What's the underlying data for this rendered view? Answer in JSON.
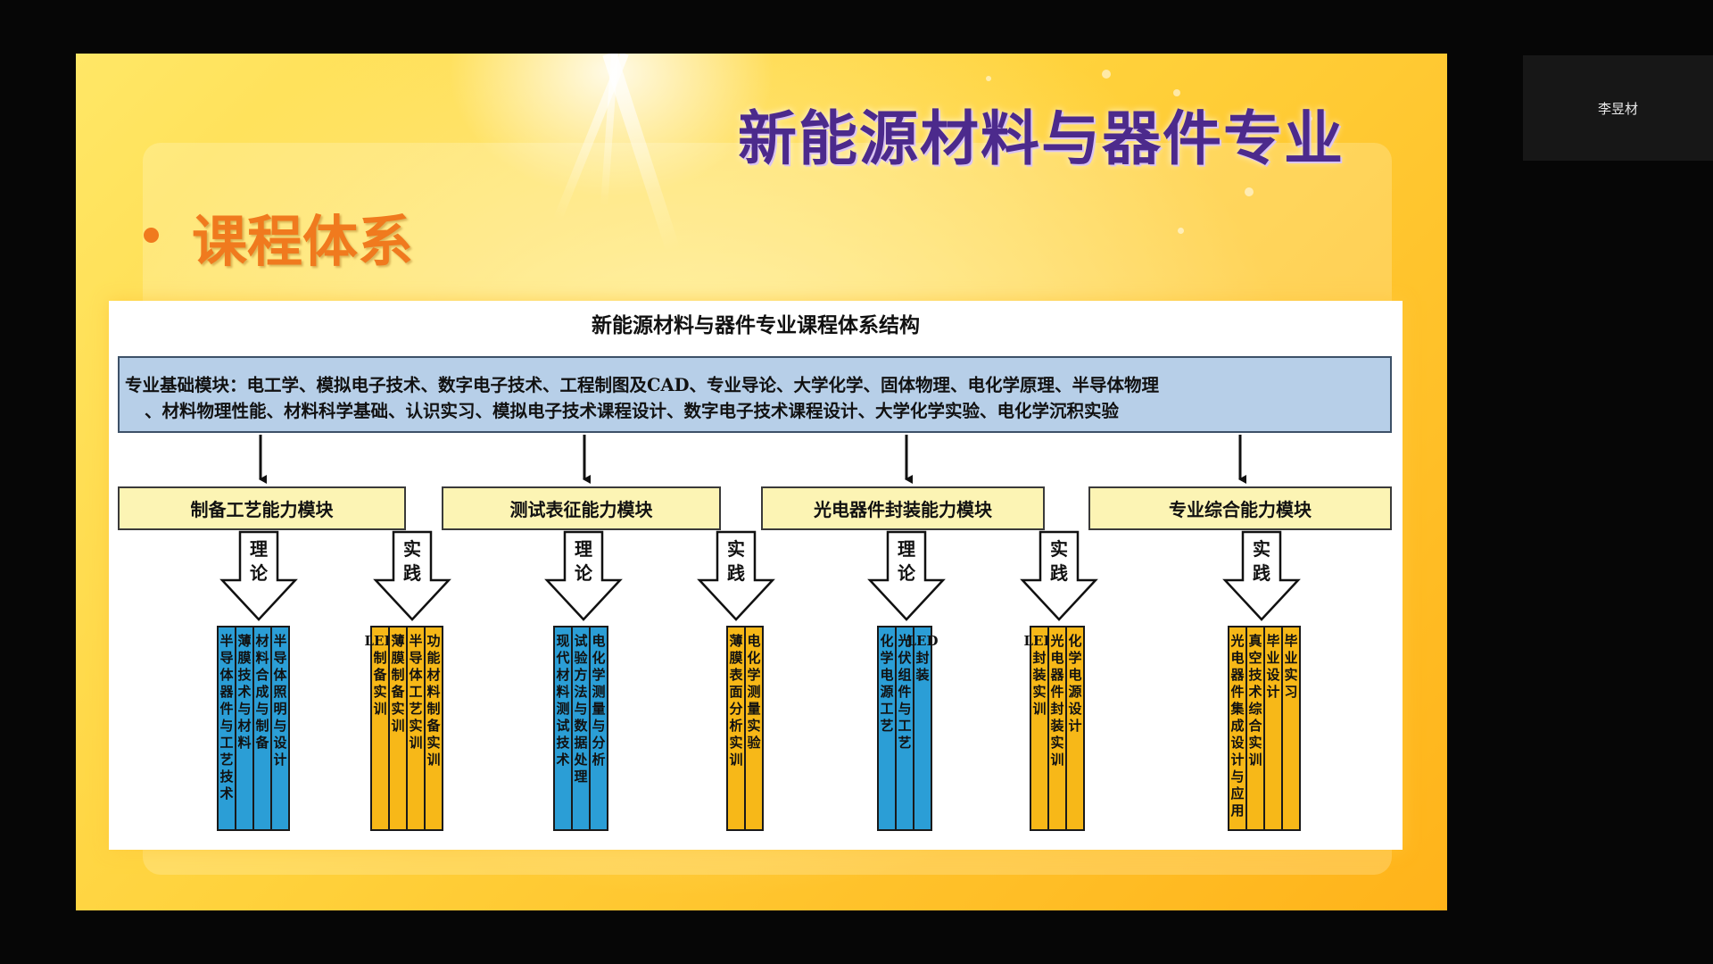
{
  "slide": {
    "title": "新能源材料与器件专业",
    "subtitle": "课程体系"
  },
  "diagram": {
    "title": "新能源材料与器件专业课程体系结构",
    "base_module": {
      "line1": "专业基础模块：电工学、模拟电子技术、数字电子技术、工程制图及CAD、专业导论、大学化学、固体物理、电化学原理、半导体物理",
      "line2": "、材料物理性能、材料科学基础、认识实习、模拟电子技术课程设计、数字电子技术课程设计、大学化学实验、电化学沉积实验"
    },
    "modules": [
      {
        "name": "制备工艺能力模块",
        "theory_label": "理论",
        "practice_label": "实践",
        "theory": [
          "半导体器件与工艺技术",
          "薄膜技术与材料",
          "材料合成与制备",
          "半导体照明与设计"
        ],
        "practice": [
          "LED制备实训",
          "薄膜制备实训",
          "半导体工艺实训",
          "功能材料制备实训"
        ]
      },
      {
        "name": "测试表征能力模块",
        "theory_label": "理论",
        "practice_label": "实践",
        "theory": [
          "现代材料测试技术",
          "试验方法与数据处理",
          "电化学测量与分析"
        ],
        "practice": [
          "薄膜表面分析实训",
          "电化学测量实验"
        ]
      },
      {
        "name": "光电器件封装能力模块",
        "theory_label": "理论",
        "practice_label": "实践",
        "theory": [
          "化学电源工艺",
          "光伏组件与工艺",
          "LED封装"
        ],
        "practice": [
          "LED封装实训",
          "光电器件封装实训",
          "化学电源设计"
        ]
      },
      {
        "name": "专业综合能力模块",
        "practice_label": "实践",
        "practice": [
          "光电器件集成设计与应用",
          "真空技术综合实训",
          "毕业设计",
          "毕业实习"
        ]
      }
    ]
  },
  "participant": {
    "name": "李昱材"
  },
  "colors": {
    "theory_bar": "#2b9ed6",
    "practice_bar": "#f7b818",
    "module_box": "#fcf4b4",
    "base_box": "#b7cfe8",
    "title_purple": "#4c2a8c",
    "subtitle_orange": "#f07a1e"
  }
}
